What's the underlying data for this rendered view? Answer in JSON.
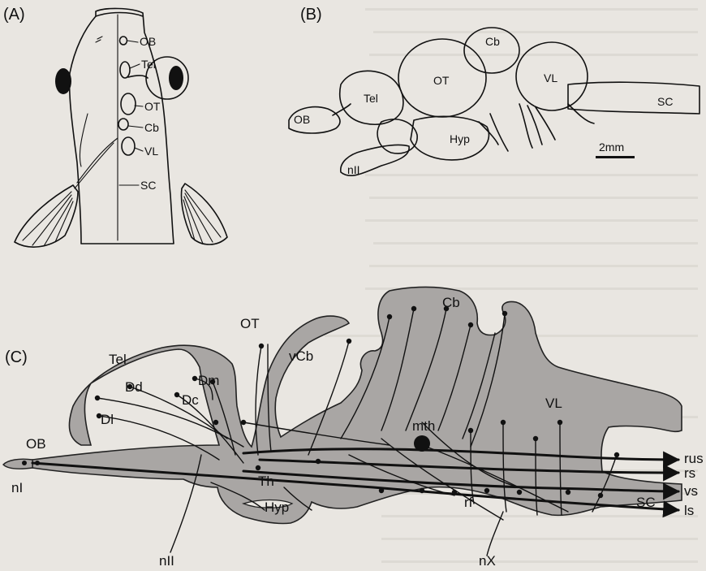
{
  "panels": {
    "a": {
      "label": "(A)",
      "structures": [
        "OB",
        "Tel",
        "OT",
        "Cb",
        "VL",
        "SC"
      ]
    },
    "b": {
      "label": "(B)",
      "structures": [
        "Cb",
        "OT",
        "VL",
        "Tel",
        "OB",
        "SC",
        "Hyp",
        "nII"
      ],
      "scale_bar": "2mm"
    },
    "c": {
      "label": "(C)",
      "regions": [
        "OT",
        "Cb",
        "Tel",
        "Dd",
        "Dm",
        "Dc",
        "Dl",
        "vCb",
        "VL",
        "mth",
        "OB",
        "nI",
        "Th",
        "Hyp",
        "nII",
        "rf",
        "SC",
        "nX"
      ],
      "tracts": [
        "rus",
        "rs",
        "vs",
        "ls"
      ]
    }
  },
  "colors": {
    "background": "#e9e6e1",
    "brain_fill": "#a9a6a4",
    "ink": "#111111"
  }
}
